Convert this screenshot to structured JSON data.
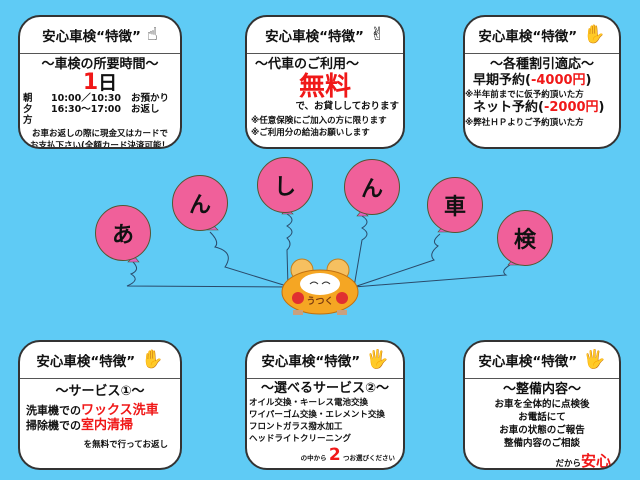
{
  "cards": [
    {
      "title": "安心車検“特徴”",
      "hand_icon": "pointing-hand-one",
      "heading": "〜車検の所要時間〜",
      "big_number": "1",
      "big_unit": "日",
      "rows": [
        {
          "label": "朝",
          "time": "10:00／10:30",
          "action": "お預かり"
        },
        {
          "label": "夕方",
          "time": "16:30〜17:00",
          "action": "お返し"
        }
      ],
      "note1": "お車お返しの際に現金又はカードで",
      "note2": "お支払下さい(全額カード決済可能！"
    },
    {
      "title": "安心車検“特徴”",
      "hand_icon": "peace-hand-two",
      "heading": "〜代車のご利用〜",
      "highlight": "無料",
      "line": "で、お貸ししております",
      "note1": "※任意保険にご加入の方に限ります",
      "note2": "※ご利用分の給油お願いします"
    },
    {
      "title": "安心車検“特徴”",
      "hand_icon": "hand-three",
      "heading": "〜各種割引適応〜",
      "d1_label": "早期予約(",
      "d1_value": "-4000円",
      "d1_close": ")",
      "d1_note": "※半年前までに仮予約頂いた方",
      "d2_label": "ネット予約(",
      "d2_value": "-2000円",
      "d2_close": ")",
      "d2_note": "※弊社ＨＰよりご予約頂いた方"
    },
    {
      "title": "安心車検“特徴”",
      "hand_icon": "hand-four",
      "heading": "〜サービス①〜",
      "l1a": "洗車機での",
      "l1b": "ワックス洗車",
      "l2a": "掃除機での",
      "l2b": "室内清掃",
      "footer": "を無料で行ってお返し"
    },
    {
      "title": "安心車検“特徴”",
      "hand_icon": "hand-five",
      "heading": "〜選べるサービス②〜",
      "items": [
        "オイル交換・キーレス電池交換",
        "ワイパーゴム交換・エレメント交換",
        "フロントガラス撥水加工",
        "ヘッドライトクリーニング"
      ],
      "f_pre": "の中から",
      "f_num": "2",
      "f_post": "つお選びください"
    },
    {
      "title": "安心車検“特徴”",
      "hand_icon": "hand-five-pointing",
      "heading": "〜整備内容〜",
      "lines": [
        "お車を全体的に点検後",
        "お電話にて",
        "お車の状態のご報告",
        "整備内容のご相談"
      ],
      "f_pre": "だから",
      "f_hl": "安心"
    }
  ],
  "balloons": [
    "あ",
    "ん",
    "し",
    "ん",
    "車",
    "検"
  ],
  "colors": {
    "background": "#5fcbf5",
    "balloon": "#f0609a",
    "accent": "#f01818"
  },
  "mascot": {
    "lettering": "うつく"
  }
}
